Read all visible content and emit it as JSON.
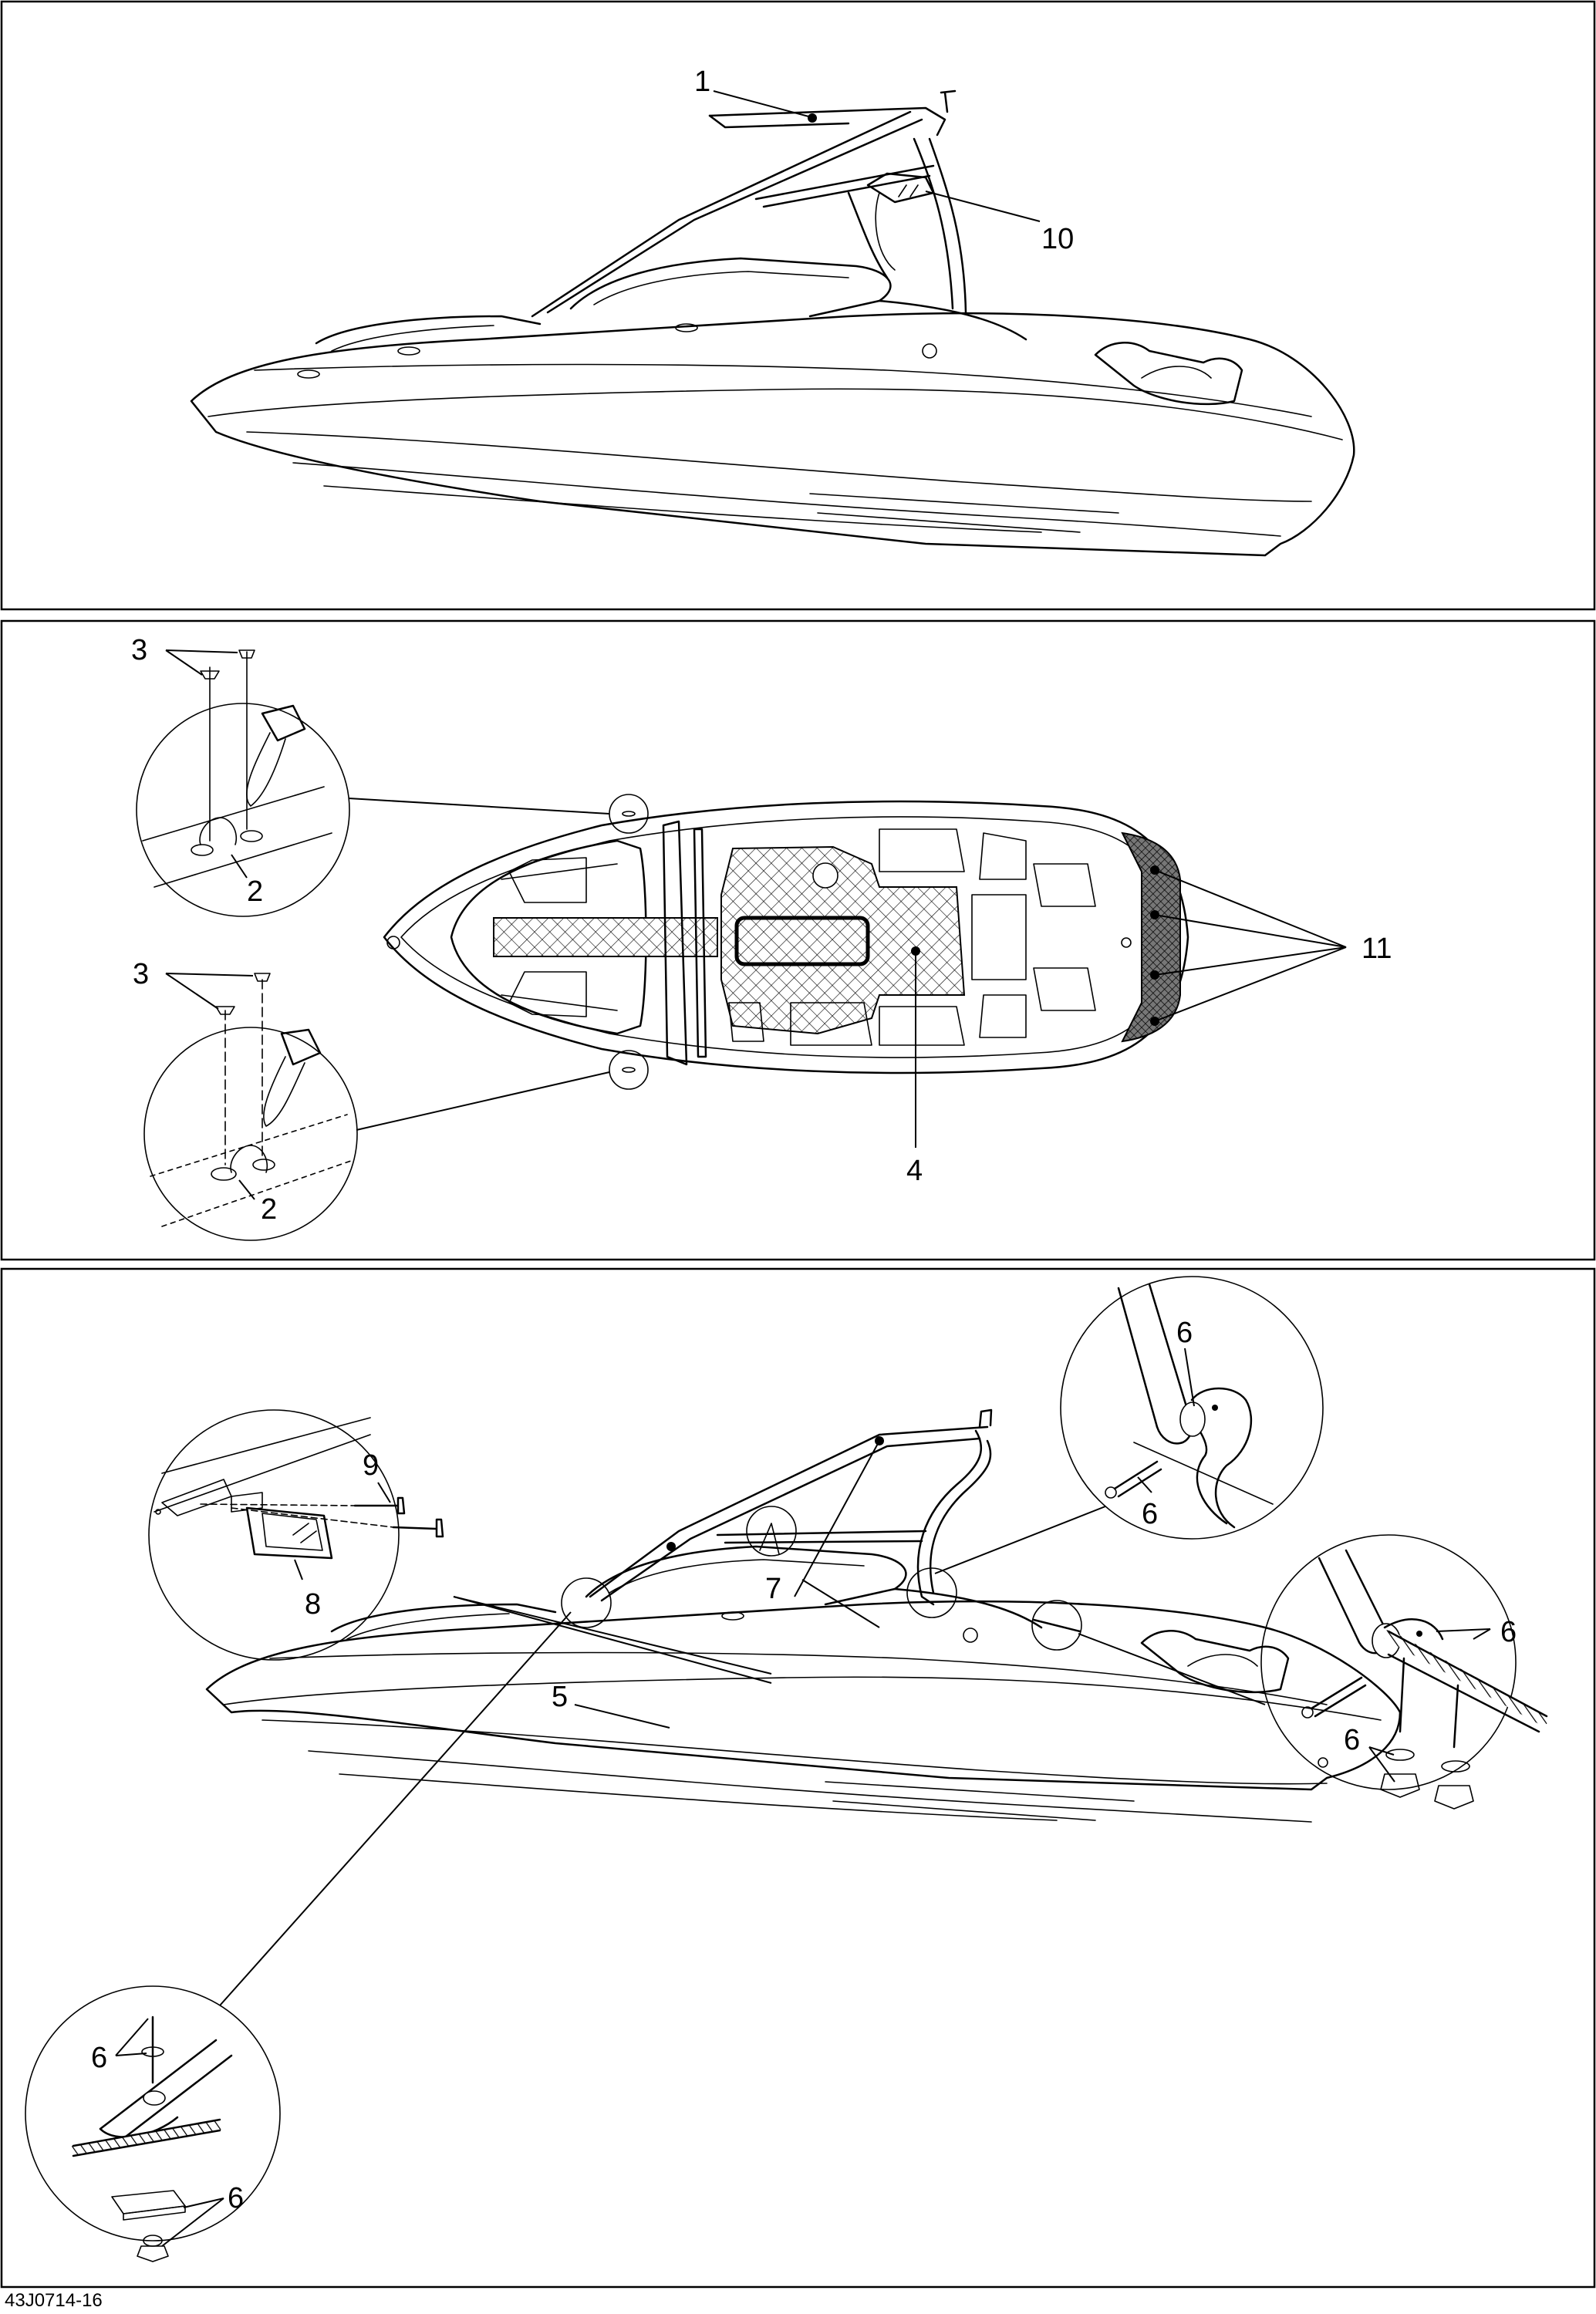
{
  "figure_id": "43J0714-16",
  "panels": {
    "top": {
      "callouts": [
        "1",
        "10"
      ]
    },
    "middle": {
      "callouts": [
        "3",
        "2",
        "3",
        "2",
        "4",
        "11"
      ]
    },
    "bottom": {
      "callouts": [
        "6",
        "6",
        "9",
        "8",
        "7",
        "5",
        "6",
        "6",
        "6",
        "6"
      ]
    }
  }
}
